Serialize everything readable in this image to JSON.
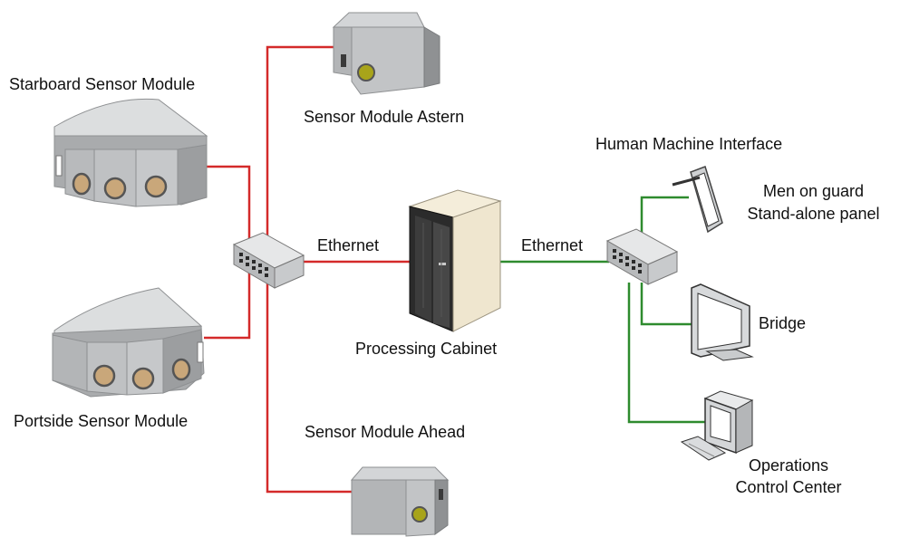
{
  "labels": {
    "starboard": "Starboard Sensor Module",
    "portside": "Portside Sensor Module",
    "astern": "Sensor Module Astern",
    "ahead": "Sensor Module Ahead",
    "ethernet_left": "Ethernet",
    "ethernet_right": "Ethernet",
    "cabinet": "Processing Cabinet",
    "hmi": "Human Machine Interface",
    "guard_line1": "Men on guard",
    "guard_line2": "Stand-alone panel",
    "bridge": "Bridge",
    "occ_line1": "Operations",
    "occ_line2": "Control Center"
  },
  "colors": {
    "sensor_link": "#d42a2a",
    "hmi_link": "#2e8b2e",
    "module_body": "#b9bbbd",
    "cabinet_body": "#efe6cf"
  }
}
